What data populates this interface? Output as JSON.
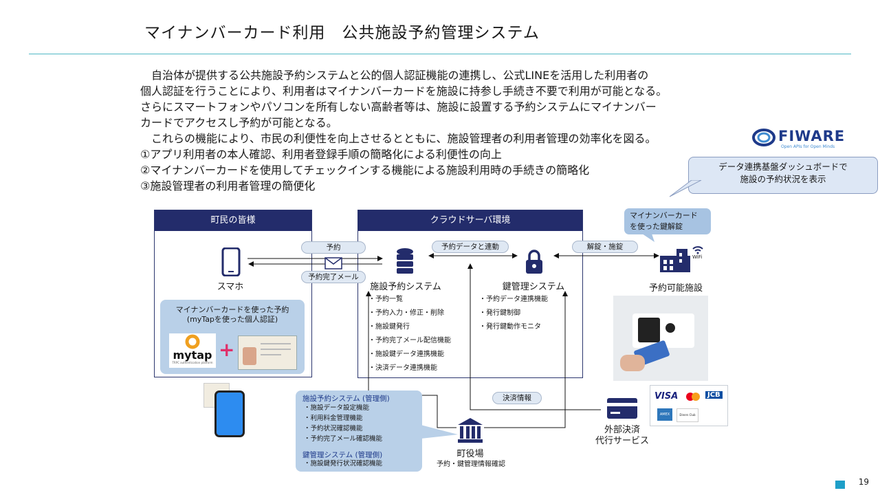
{
  "page": {
    "title": "マイナンバーカード利用　公共施設予約管理システム",
    "page_number": "19"
  },
  "intro": [
    "自治体が提供する公共施設予約システムと公的個人認証機能の連携し、公式LINEを活用した利用者の",
    "個人認証を行うことにより、利用者はマイナンバーカードを施設に持参し手続き不要で利用が可能となる。",
    "さらにスマートフォンやパソコンを所有しない高齢者等は、施設に設置する予約システムにマイナンバー",
    "カードでアクセスし予約が可能となる。",
    "これらの機能により、市民の利便性を向上させるとともに、施設管理者の利用者管理の効率化を図る。",
    "①アプリ利用者の本人確認、利用者登録手順の簡略化による利便性の向上",
    "②マイナンバーカードを使用してチェックインする機能による施設利用時の手続きの簡略化",
    "③施設管理者の利用者管理の簡便化"
  ],
  "fiware": {
    "word": "FIWARE",
    "tagline": "Open APIs for Open Minds"
  },
  "dashboard_callout": [
    "データ連携基盤ダッシュボードで",
    "施設の予約状況を表示"
  ],
  "residents": {
    "header": "町民の皆様",
    "smartphone_label": "スマホ",
    "mynumber_box": [
      "マイナンバーカードを使った予約",
      "(myTapを使った個人認証)"
    ],
    "mytap_logo": "mytap",
    "mytap_sub": "TRPC authentication platform",
    "plus": "+"
  },
  "cloud": {
    "header": "クラウドサーバ環境",
    "booking_system": "施設予約システム",
    "booking_features": [
      "予約一覧",
      "予約入力・修正・削除",
      "施設鍵発行",
      "予約完了メール配信機能",
      "施設鍵データ連携機能",
      "決済データ連携機能"
    ],
    "key_system": "鍵管理システム",
    "key_features": [
      "予約データ連携機能",
      "発行鍵制御",
      "発行鍵動作モニタ"
    ]
  },
  "flows": {
    "reserve": "予約",
    "mail": "予約完了メール",
    "data_link": "予約データと連動",
    "unlock": "解錠・施錠",
    "payment_info": "決済情報"
  },
  "facility": {
    "callout": [
      "マイナンバーカード",
      "を使った鍵解錠"
    ],
    "label": "予約可能施設",
    "wifi": "WiFi"
  },
  "payment": {
    "label": [
      "外部決済",
      "代行サービス"
    ],
    "brands": [
      "VISA",
      "JCB",
      "AMEX",
      "Diners Club"
    ]
  },
  "townhall": {
    "label": "町役場",
    "sub": "予約・鍵管理情報確認",
    "admin_booking_title": "施設予約システム (管理側)",
    "admin_booking_items": [
      "施設データ設定機能",
      "利用料金管理機能",
      "予約状況確認機能",
      "予約完了メール確認機能"
    ],
    "admin_key_title": "鍵管理システム (管理側)",
    "admin_key_items": [
      "施設鍵発行状況確認機能"
    ]
  },
  "colors": {
    "navy": "#232c6b",
    "accent": "#1e9fc8",
    "rule": "#4fb8c4",
    "box": "#b9d0e8"
  }
}
